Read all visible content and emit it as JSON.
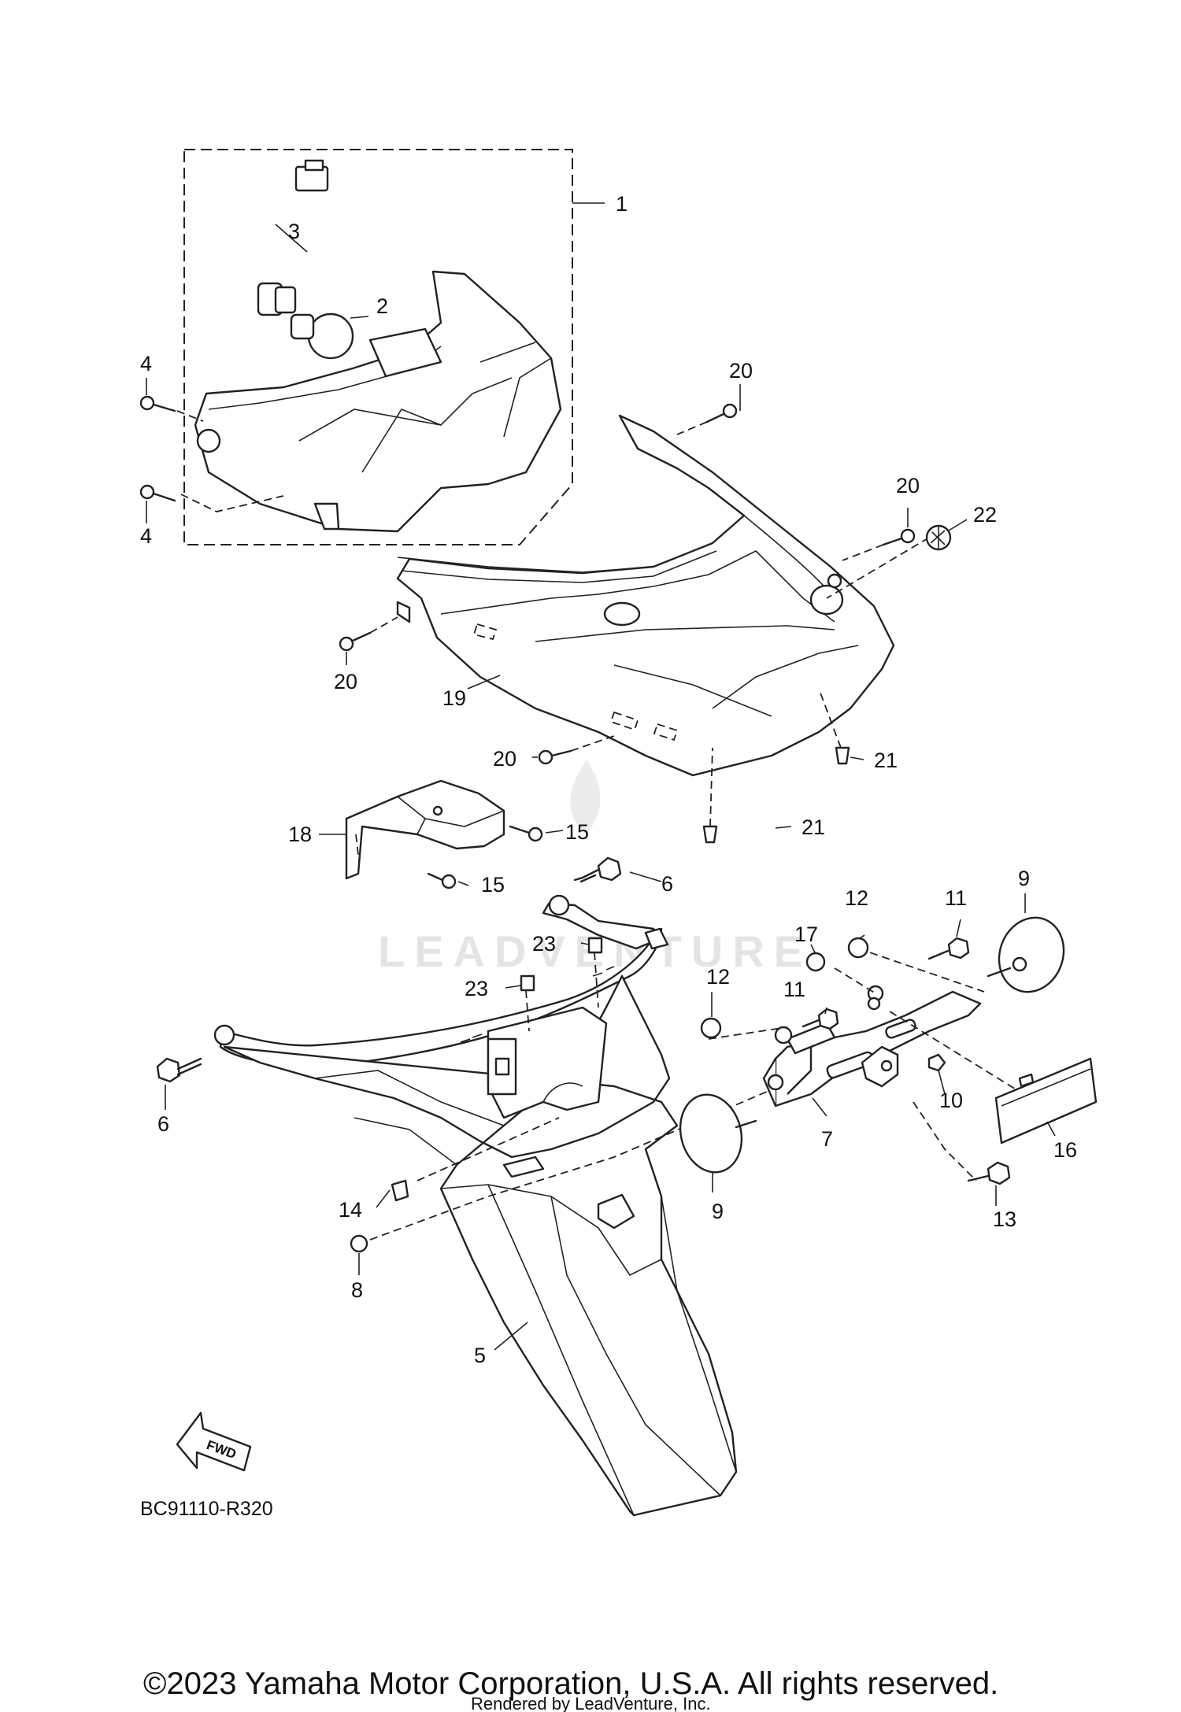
{
  "diagram": {
    "callouts": [
      {
        "id": "c1",
        "text": "1"
      },
      {
        "id": "c2",
        "text": "2"
      },
      {
        "id": "c3",
        "text": "3"
      },
      {
        "id": "c4a",
        "text": "4"
      },
      {
        "id": "c4b",
        "text": "4"
      },
      {
        "id": "c5",
        "text": "5"
      },
      {
        "id": "c6a",
        "text": "6"
      },
      {
        "id": "c6b",
        "text": "6"
      },
      {
        "id": "c7",
        "text": "7"
      },
      {
        "id": "c8",
        "text": "8"
      },
      {
        "id": "c9a",
        "text": "9"
      },
      {
        "id": "c9b",
        "text": "9"
      },
      {
        "id": "c10",
        "text": "10"
      },
      {
        "id": "c11a",
        "text": "11"
      },
      {
        "id": "c11b",
        "text": "11"
      },
      {
        "id": "c12a",
        "text": "12"
      },
      {
        "id": "c12b",
        "text": "12"
      },
      {
        "id": "c13",
        "text": "13"
      },
      {
        "id": "c14",
        "text": "14"
      },
      {
        "id": "c15a",
        "text": "15"
      },
      {
        "id": "c15b",
        "text": "15"
      },
      {
        "id": "c16",
        "text": "16"
      },
      {
        "id": "c17",
        "text": "17"
      },
      {
        "id": "c18",
        "text": "18"
      },
      {
        "id": "c19",
        "text": "19"
      },
      {
        "id": "c20a",
        "text": "20"
      },
      {
        "id": "c20b",
        "text": "20"
      },
      {
        "id": "c20c",
        "text": "20"
      },
      {
        "id": "c20d",
        "text": "20"
      },
      {
        "id": "c21a",
        "text": "21"
      },
      {
        "id": "c21b",
        "text": "21"
      },
      {
        "id": "c22",
        "text": "22"
      },
      {
        "id": "c23a",
        "text": "23"
      },
      {
        "id": "c23b",
        "text": "23"
      }
    ],
    "fwd_label": "FWD",
    "diagram_code": "BC91110-R320",
    "watermark_text": "LEADVENTURE"
  },
  "footer": {
    "copyright": "©2023 Yamaha Motor Corporation, U.S.A. All rights reserved.",
    "rendered_by": "Rendered by LeadVenture, Inc."
  }
}
